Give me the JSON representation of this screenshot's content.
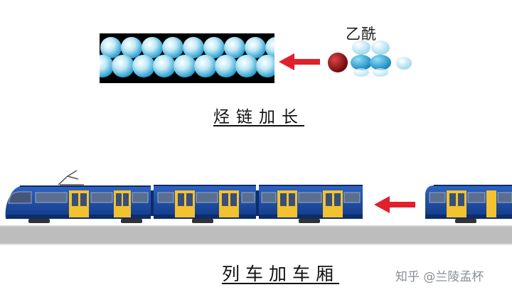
{
  "top_panel": {
    "acyl_group_label": "乙酰",
    "caption": "烃链加长"
  },
  "bottom_panel": {
    "caption": "列车加车厢"
  },
  "watermark": "知乎 @兰陵孟杯",
  "colors": {
    "sphere_light": "#d9f3fb",
    "sphere_mid": "#43b6dd",
    "sphere_dark": "#1b86b8",
    "oxygen": "#8e1414",
    "arrow": "#e0202a",
    "train_body": "#1c4a9c",
    "train_stripe": "#f2c230",
    "platform": "#bdbdbd"
  }
}
